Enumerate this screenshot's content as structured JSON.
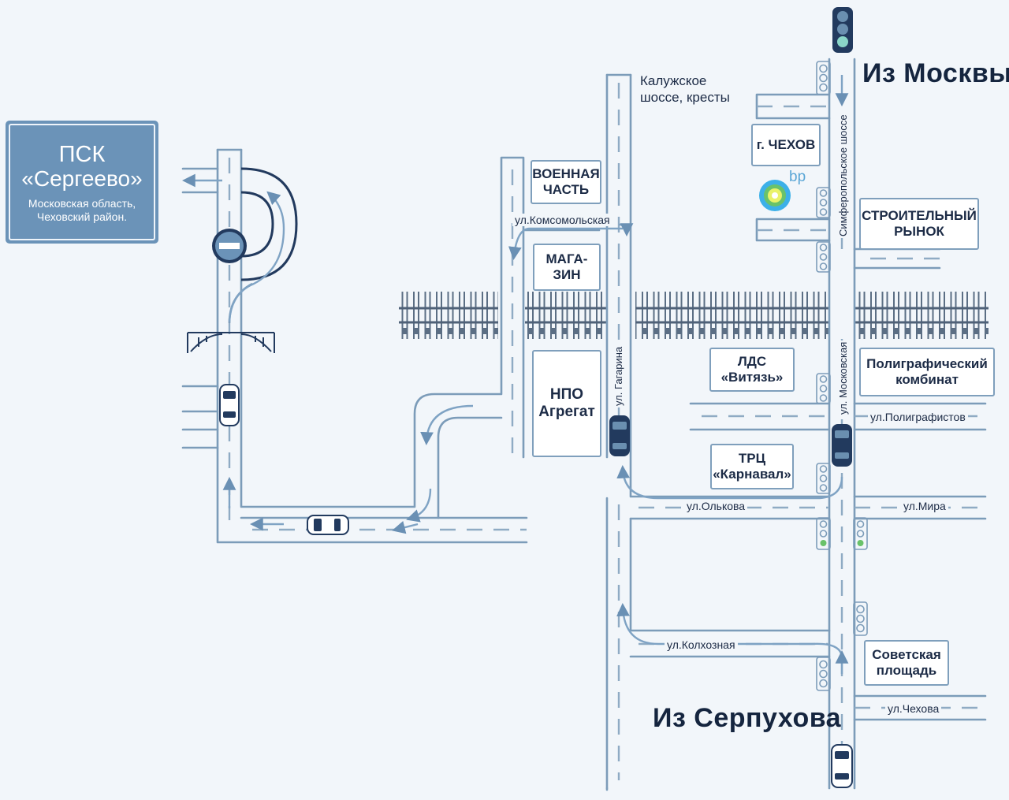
{
  "sign": {
    "title": "ПСК",
    "name": "«Сергеево»",
    "region": "Московская область,",
    "district": "Чеховский район."
  },
  "directions": {
    "from_moscow": "Из Москвы",
    "from_serpukhov": "Из Серпухова"
  },
  "landmarks": {
    "kaluzhskoe": "Калужское\nшоссе, кресты",
    "military": "ВОЕННАЯ\nЧАСТЬ",
    "shop": "МАГА-\nЗИН",
    "npo": "НПО\nАгрегат",
    "chekhov": "г. ЧЕХОВ",
    "market": "СТРОИТЕЛЬНЫЙ\nРЫНОК",
    "lds": "ЛДС\n«Витязь»",
    "polygraph": "Полиграфический\nкомбинат",
    "trc": "ТРЦ\n«Карнавал»",
    "sovetskaya": "Советская\nплощадь",
    "bp": "bp"
  },
  "streets": {
    "komsomolskaya": "ул.Комсомольская",
    "gagarina": "ул. Гагарина",
    "simferopolskoe": "Симферопольское шоссе",
    "moskovskaya": "ул. Московская",
    "poligrafistov": "ул.Полиграфистов",
    "olkova": "ул.Олькова",
    "mira": "ул.Мира",
    "kolkhoznaya": "ул.Колхозная",
    "chekhova": "ул.Чехова"
  },
  "colors": {
    "road_edge": "#7c9cb9",
    "road_dash": "#8fabc4",
    "route": "#7fa3c4",
    "arrow": "#2f5f8c",
    "rail": "#5b6e84",
    "navy": "#223a5e",
    "sign_bg": "#6b93b8",
    "bp_green": "#69c26a",
    "bp_blue": "#3cb0e8"
  },
  "icons": [
    "no-entry-sign-icon",
    "bridge-icon",
    "traffic-light-icon",
    "car-icon",
    "bp-logo-icon",
    "railway-icon"
  ]
}
